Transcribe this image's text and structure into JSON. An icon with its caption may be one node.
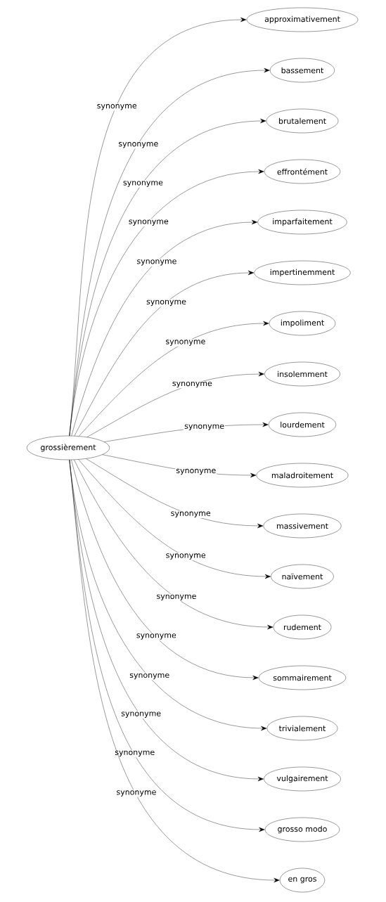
{
  "diagram": {
    "nodes": [
      {
        "text": [
          "grossièrement"
        ]
      },
      {
        "text": [
          "approximativement"
        ]
      },
      {
        "text": [
          "bassement"
        ]
      },
      {
        "text": [
          "brutalement"
        ]
      },
      {
        "text": [
          "effrontément"
        ]
      },
      {
        "text": [
          "imparfaitement"
        ]
      },
      {
        "text": [
          "impertinemment"
        ]
      },
      {
        "text": [
          "impoliment"
        ]
      },
      {
        "text": [
          "insolemment"
        ]
      },
      {
        "text": [
          "lourdement"
        ]
      },
      {
        "text": [
          "maladroitement"
        ]
      },
      {
        "text": [
          "massivement"
        ]
      },
      {
        "text": [
          "naïvement"
        ]
      },
      {
        "text": [
          "rudement"
        ]
      },
      {
        "text": [
          "sommairement"
        ]
      },
      {
        "text": [
          "trivialement"
        ]
      },
      {
        "text": [
          "vulgairement"
        ]
      },
      {
        "text": [
          "grosso modo"
        ]
      },
      {
        "text": [
          "en gros"
        ]
      }
    ],
    "edges": [
      {
        "from": 0,
        "to": 1,
        "arrow": "to",
        "label": "synonyme"
      },
      {
        "from": 0,
        "to": 2,
        "arrow": "to",
        "label": "synonyme"
      },
      {
        "from": 0,
        "to": 3,
        "arrow": "to",
        "label": "synonyme"
      },
      {
        "from": 0,
        "to": 4,
        "arrow": "to",
        "label": "synonyme"
      },
      {
        "from": 0,
        "to": 5,
        "arrow": "to",
        "label": "synonyme"
      },
      {
        "from": 0,
        "to": 6,
        "arrow": "to",
        "label": "synonyme"
      },
      {
        "from": 0,
        "to": 7,
        "arrow": "to",
        "label": "synonyme"
      },
      {
        "from": 0,
        "to": 8,
        "arrow": "to",
        "label": "synonyme"
      },
      {
        "from": 0,
        "to": 9,
        "arrow": "to",
        "label": "synonyme"
      },
      {
        "from": 0,
        "to": 10,
        "arrow": "to",
        "label": "synonyme"
      },
      {
        "from": 0,
        "to": 11,
        "arrow": "to",
        "label": "synonyme"
      },
      {
        "from": 0,
        "to": 12,
        "arrow": "to",
        "label": "synonyme"
      },
      {
        "from": 0,
        "to": 13,
        "arrow": "to",
        "label": "synonyme"
      },
      {
        "from": 0,
        "to": 14,
        "arrow": "to",
        "label": "synonyme"
      },
      {
        "from": 0,
        "to": 15,
        "arrow": "to",
        "label": "synonyme"
      },
      {
        "from": 0,
        "to": 16,
        "arrow": "to",
        "label": "synonyme"
      },
      {
        "from": 0,
        "to": 17,
        "arrow": "to",
        "label": "synonyme"
      },
      {
        "from": 0,
        "to": 18,
        "arrow": "to",
        "label": "synonyme"
      }
    ]
  }
}
